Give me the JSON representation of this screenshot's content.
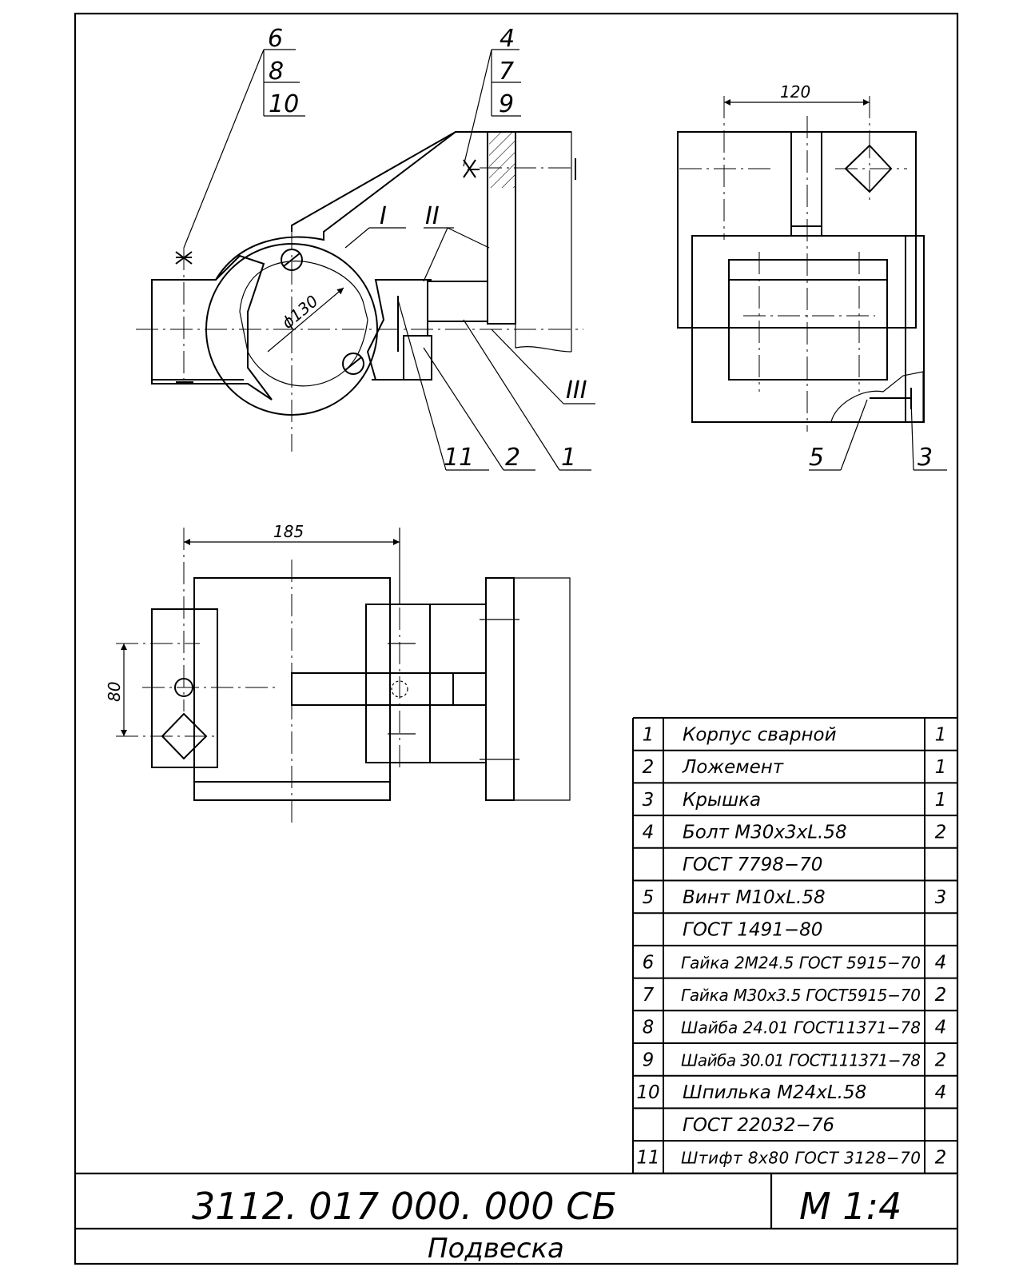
{
  "views": {
    "front": {
      "labels": {
        "callout_left": [
          "6",
          "8",
          "10"
        ],
        "callout_right": [
          "4",
          "7",
          "9"
        ],
        "roman_1": "I",
        "roman_2": "II",
        "roman_3": "III",
        "diameter": "ϕ130",
        "pos_11": "11",
        "pos_2": "2",
        "pos_1": "1"
      }
    },
    "side": {
      "dimension": "120",
      "pos_5": "5",
      "pos_3": "3"
    },
    "top": {
      "dimension_width": "185",
      "dimension_height": "80"
    }
  },
  "bom": {
    "rows": [
      {
        "pos": "1",
        "name": "Корпус сварной",
        "qty": "1"
      },
      {
        "pos": "2",
        "name": "Ложемент",
        "qty": "1"
      },
      {
        "pos": "3",
        "name": "Крышка",
        "qty": "1"
      },
      {
        "pos": "4",
        "name": "Болт М30х3хL.58",
        "qty": "2"
      },
      {
        "pos": "",
        "name": "ГОСТ 7798−70",
        "qty": ""
      },
      {
        "pos": "5",
        "name": "Винт М10хL.58",
        "qty": "3"
      },
      {
        "pos": "",
        "name": "ГОСТ 1491−80",
        "qty": ""
      },
      {
        "pos": "6",
        "name": "Гайка 2М24.5 ГОСТ 5915−70",
        "qty": "4"
      },
      {
        "pos": "7",
        "name": "Гайка М30х3.5 ГОСТ5915−70",
        "qty": "2"
      },
      {
        "pos": "8",
        "name": "Шайба 24.01 ГОСТ11371−78",
        "qty": "4"
      },
      {
        "pos": "9",
        "name": "Шайба 30.01 ГОСТ111371−78",
        "qty": "2"
      },
      {
        "pos": "10",
        "name": "Шпилька М24хL.58",
        "qty": "4"
      },
      {
        "pos": "",
        "name": "ГОСТ 22032−76",
        "qty": ""
      },
      {
        "pos": "11",
        "name": "Штифт 8х80 ГОСТ 3128−70",
        "qty": "2"
      }
    ]
  },
  "title_block": {
    "designation": "3112. 017 000. 000 СБ",
    "scale": "М 1:4",
    "name": "Подвеска"
  }
}
